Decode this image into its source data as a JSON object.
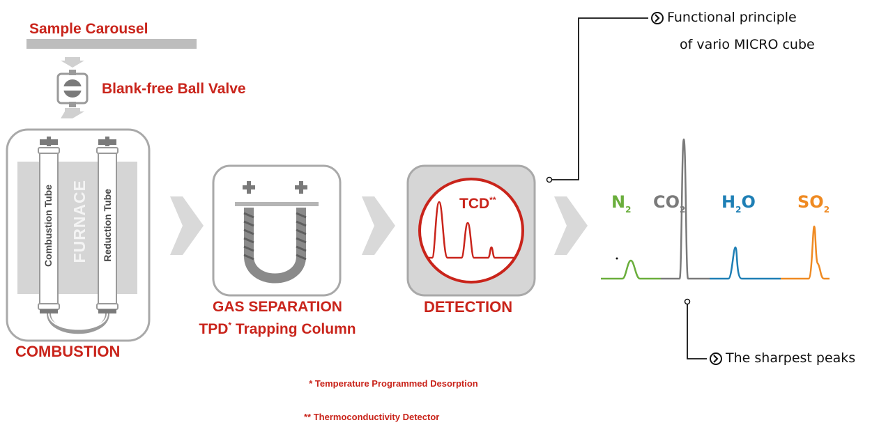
{
  "labels": {
    "sample_carousel": "Sample Carousel",
    "ball_valve": "Blank-free Ball Valve",
    "combustion": "COMBUSTION",
    "furnace": "FURNACE",
    "combustion_tube": "Combustion Tube",
    "reduction_tube": "Reduction Tube",
    "gas_separation_line1": "GAS SEPARATION",
    "gas_separation_line2_a": "TPD",
    "gas_separation_line2_sup": "*",
    "gas_separation_line2_b": " Trapping Column",
    "detection": "DETECTION",
    "tcd": "TCD",
    "tcd_sup": "**"
  },
  "footnotes": {
    "line1": "  * Temperature Programmed Desorption",
    "line2": "** Thermoconductivity Detector"
  },
  "callouts": {
    "principle_line1": "Functional principle",
    "principle_line2": "of vario MICRO cube",
    "sharpest_peaks": "The sharpest peaks",
    "icon": "circle-chevron-right-icon"
  },
  "gases": [
    {
      "main": "N",
      "sub": "2",
      "color": "#6aae3c"
    },
    {
      "main": "CO",
      "sub": "2",
      "color": "#7a7a7a"
    },
    {
      "main": "H",
      "sub": "2",
      "main2": "O",
      "color": "#1e7fb5"
    },
    {
      "main": "SO",
      "sub": "2",
      "color": "#ef8a22"
    }
  ],
  "colors": {
    "accent_red": "#c9241b",
    "gray_box": "#d6d6d6",
    "gray_border": "#a9a9a9",
    "arrow_gray": "#d9d9d9"
  }
}
